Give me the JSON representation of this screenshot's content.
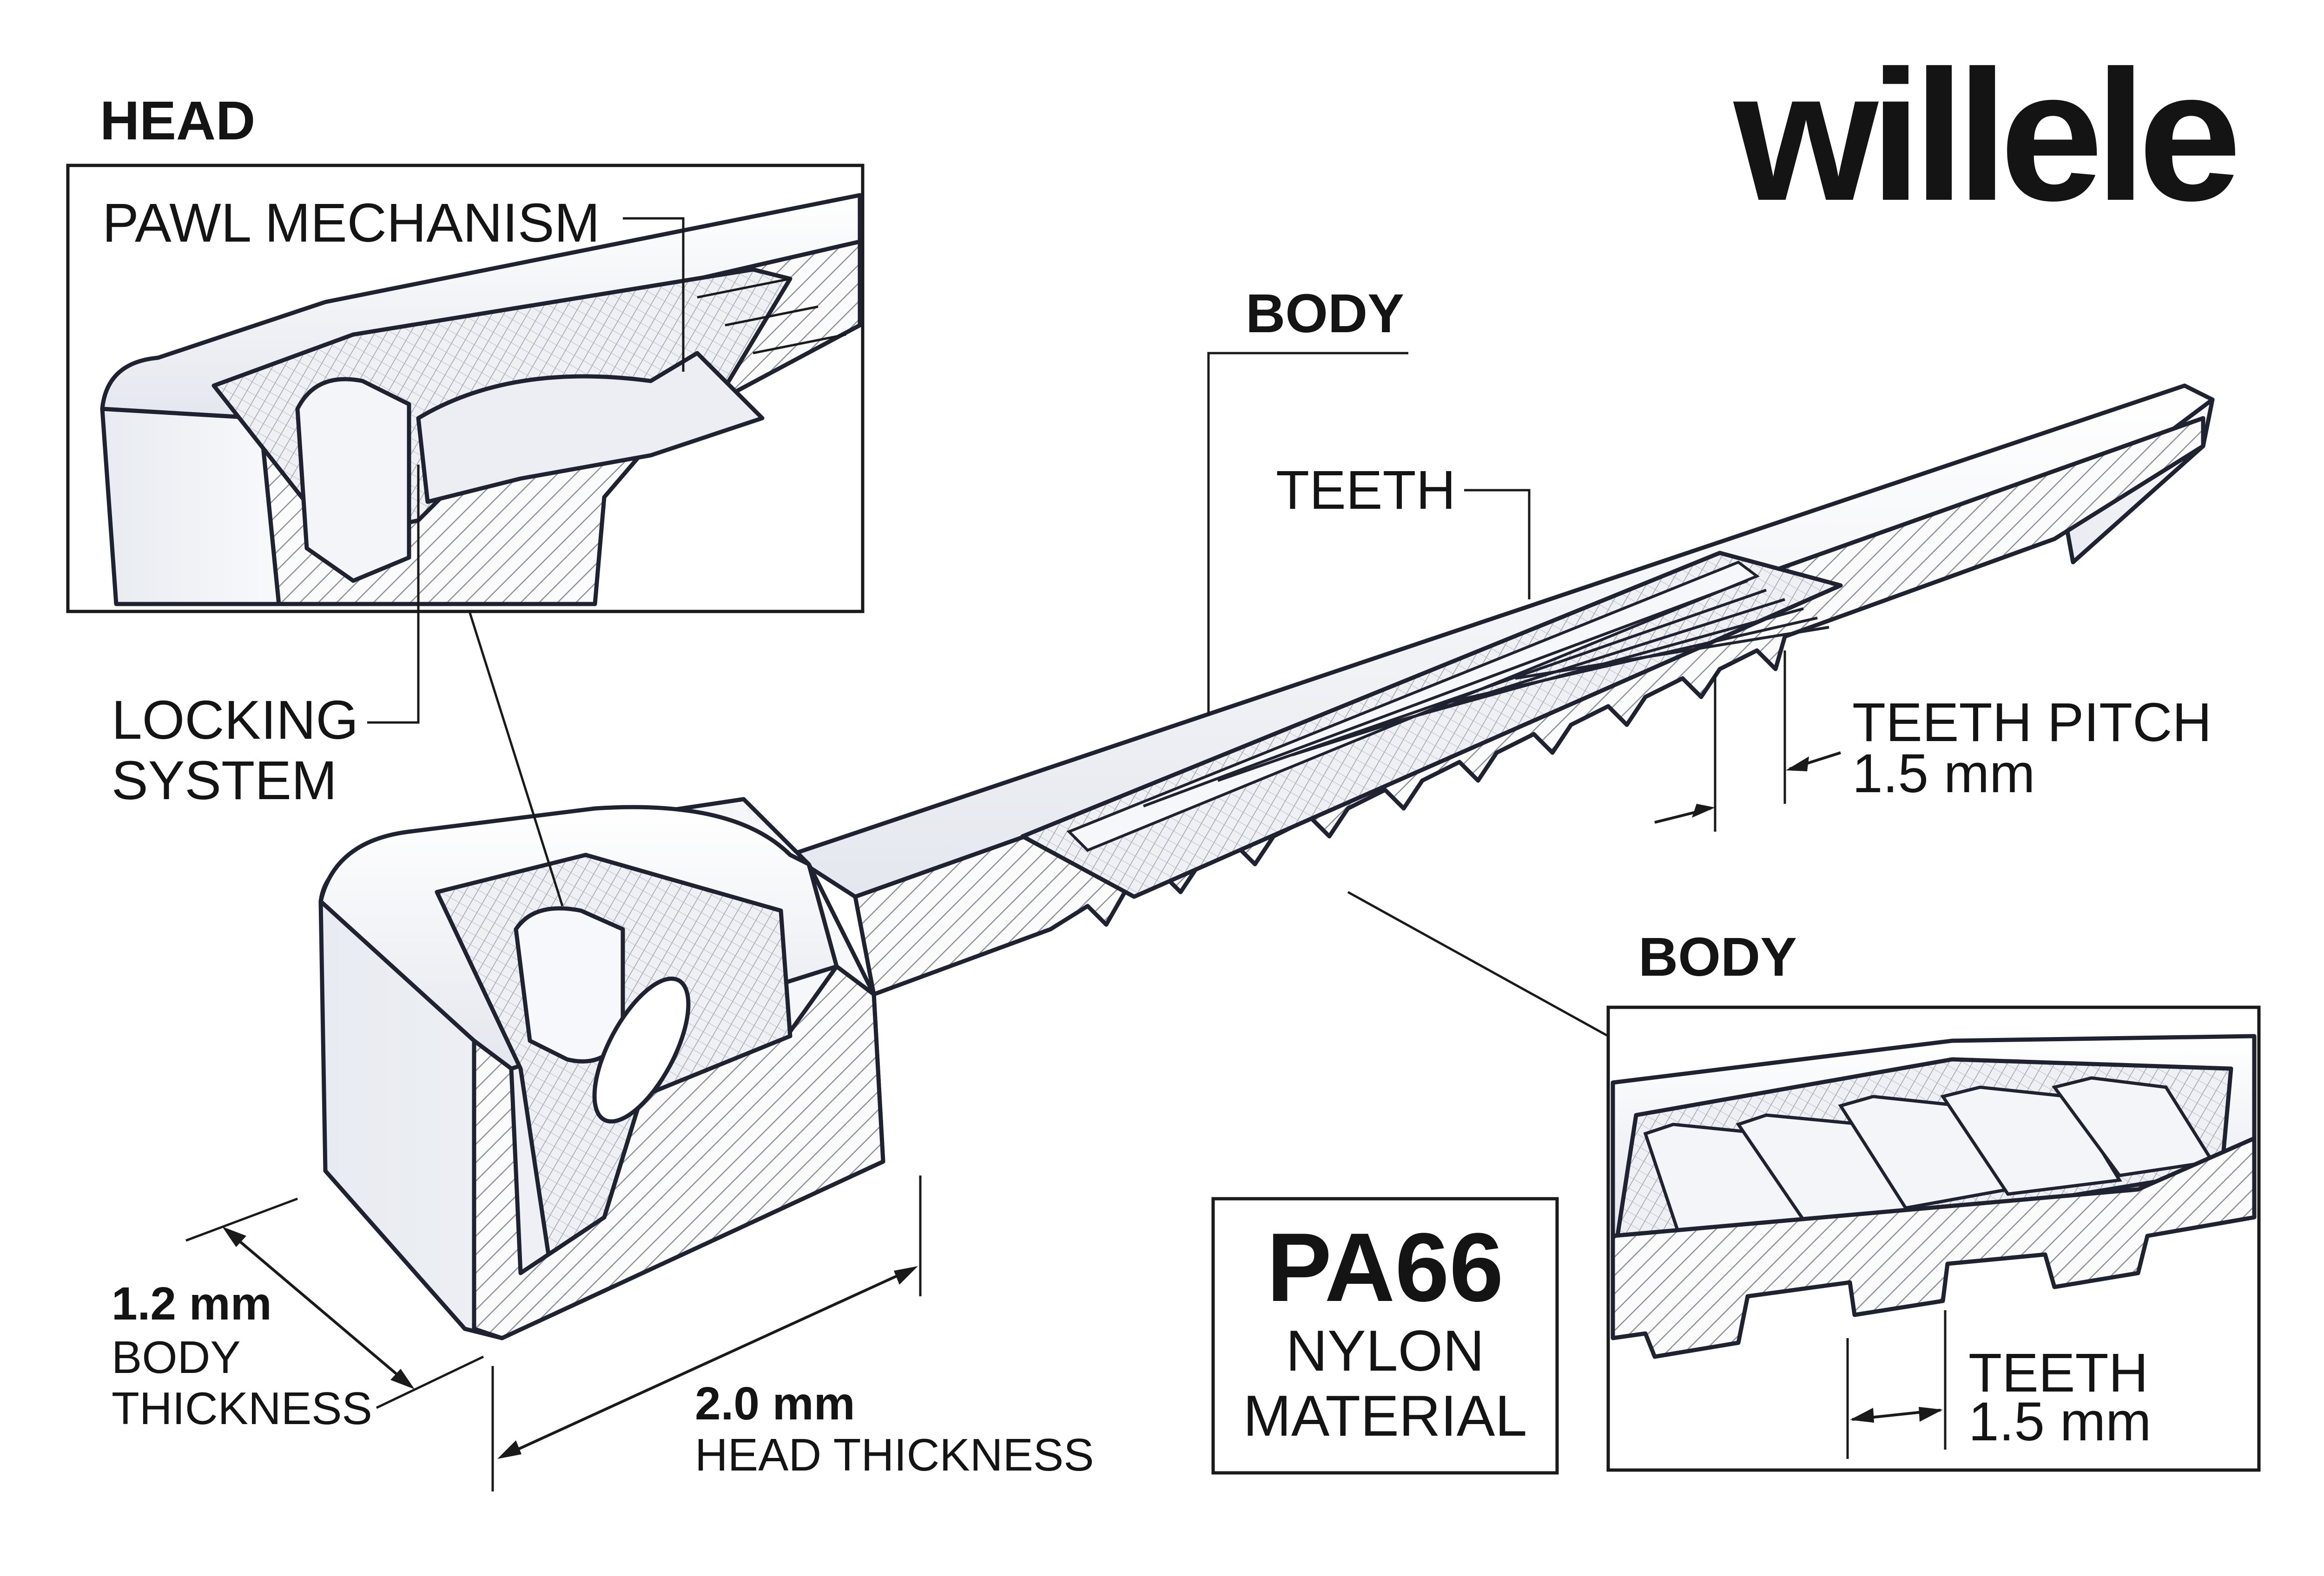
{
  "brand": {
    "logo_text": "willele",
    "color": "#d0141b"
  },
  "callouts": {
    "head_title": "HEAD",
    "pawl_mechanism": "PAWL MECHANISM",
    "locking_system_line1": "LOCKING",
    "locking_system_line2": "SYSTEM",
    "body_title_main": "BODY",
    "teeth": "TEETH",
    "teeth_pitch_label": "TEETH PITCH",
    "teeth_pitch_value": "1.5 mm",
    "body_title_detail": "BODY",
    "detail_teeth_label": "TEETH",
    "detail_teeth_value": "1.5 mm"
  },
  "dimensions": {
    "body_thickness_value": "1.2 mm",
    "body_thickness_line1": "BODY",
    "body_thickness_line2": "THICKNESS",
    "head_thickness_value": "2.0 mm",
    "head_thickness_label": "HEAD THICKNESS"
  },
  "material": {
    "code": "PA66",
    "line1": "NYLON",
    "line2": "MATERIAL"
  },
  "colors": {
    "ink": "#1a1a1a",
    "part_fill": "#f2f4f8",
    "hatch": "#8a8f99",
    "background": "#ffffff"
  }
}
